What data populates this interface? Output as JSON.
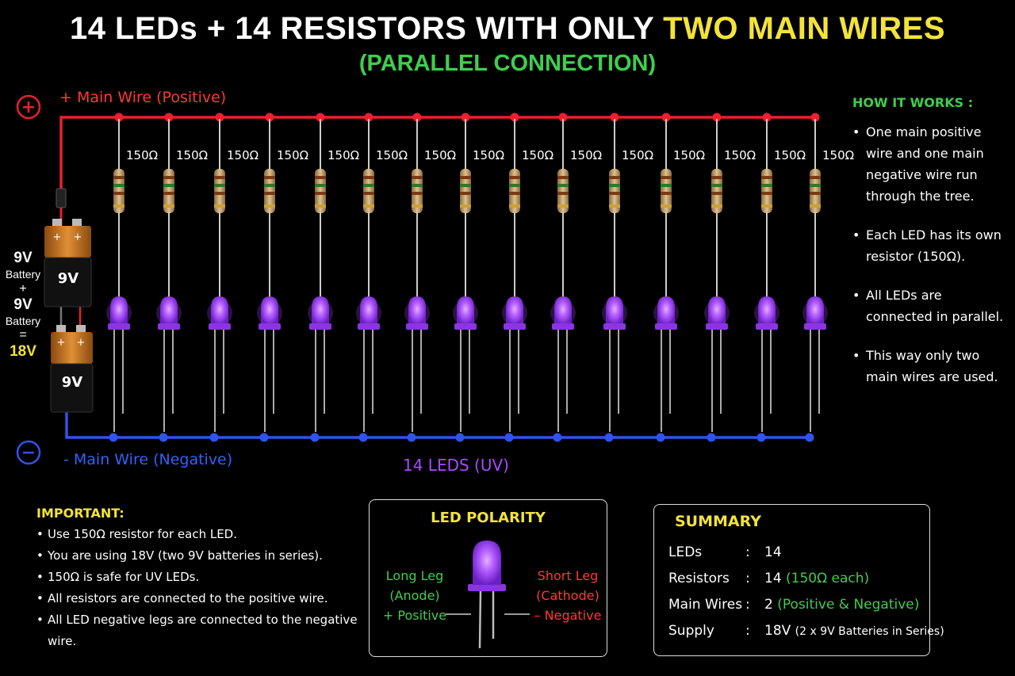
{
  "title": {
    "part1": "14 LEDs + 14 RESISTORS WITH ONLY ",
    "part2": "TWO MAIN WIRES"
  },
  "subtitle": "(PARALLEL CONNECTION)",
  "wires": {
    "positive_symbol": "+",
    "negative_symbol": "−",
    "positive_label": "+ Main Wire (Positive)",
    "negative_label": "- Main Wire (Negative)",
    "positive_color": "#e8222c",
    "negative_color": "#2f54e8"
  },
  "resistor_label": "150Ω",
  "led_count_label": "14 LEDS (UV)",
  "led_color": "#a74bff",
  "battery": {
    "top_label": "9V",
    "bottom_label": "9V",
    "terminal_plus": "+",
    "side": [
      "9V",
      "Battery",
      "+",
      "9V",
      "Battery",
      "=",
      "18V"
    ]
  },
  "how_it_works": {
    "title": "HOW IT WORKS :",
    "items": [
      "One main positive wire and one main negative wire run through the tree.",
      "Each LED has its own resistor (150Ω).",
      "All LEDs are connected in parallel.",
      "This way only two main wires are used."
    ]
  },
  "important": {
    "title": "IMPORTANT:",
    "items": [
      "Use 150Ω resistor for each LED.",
      "You are using 18V (two 9V batteries in series).",
      "150Ω is safe for UV LEDs.",
      "All resistors are connected to the positive wire.",
      "All LED negative legs are connected to the negative wire."
    ]
  },
  "polarity": {
    "title": "LED POLARITY",
    "long_leg": "Long Leg",
    "anode": "(Anode)",
    "positive": "+ Positive",
    "short_leg": "Short Leg",
    "cathode": "(Cathode)",
    "negative": "– Negative"
  },
  "summary": {
    "title": "SUMMARY",
    "rows": [
      {
        "key": "LEDs",
        "value": "14",
        "extra": ""
      },
      {
        "key": "Resistors",
        "value": "14",
        "extra": "(150Ω each)"
      },
      {
        "key": "Main Wires",
        "value": "2",
        "extra": "(Positive & Negative)"
      },
      {
        "key": "Supply",
        "value": "18V",
        "extra": "(2 x 9V Batteries in Series)"
      }
    ],
    "separator": ":"
  }
}
